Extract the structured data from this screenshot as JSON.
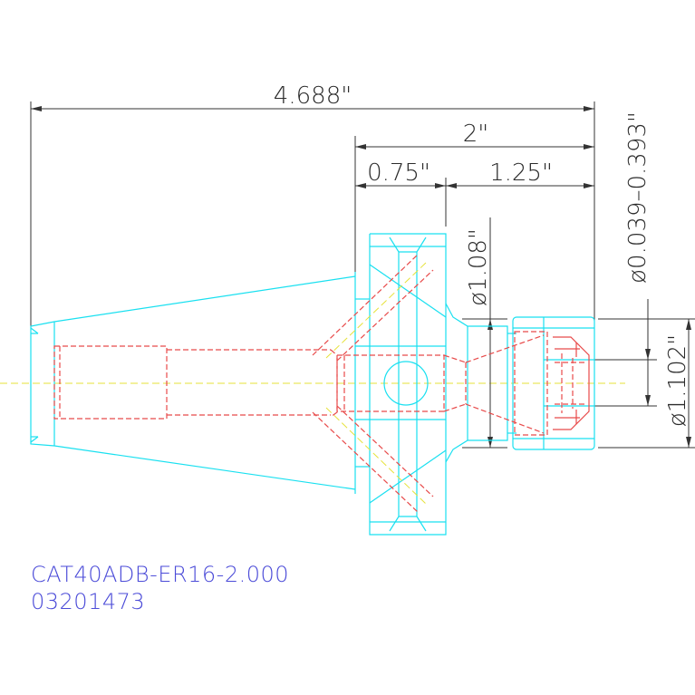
{
  "dimensions": {
    "overall_length": "4.688\"",
    "gauge_to_end": "2\"",
    "flange_width": "0.75\"",
    "nose_length": "1.25\"",
    "body_diameter": "ø1.08\"",
    "clamp_range": "ø0.039–0.393\"",
    "nut_diameter": "ø1.102\""
  },
  "caption": {
    "part_number": "CAT40ADB-ER16-2.000",
    "item_code": "03201473"
  },
  "colors": {
    "outline": "#19e0f0",
    "hidden": "#e84a4a",
    "centerline": "#e6e23a",
    "caption": "#4b4bd8"
  }
}
